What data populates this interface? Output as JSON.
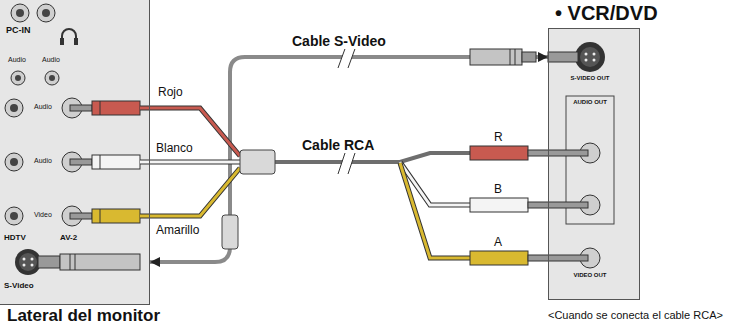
{
  "diagram": {
    "caption": "<Cuando se conecta el cable RCA>",
    "nodes": [
      {
        "text": [
          "Lateral del monitor"
        ]
      },
      {
        "text": [
          "• VCR/DVD"
        ]
      }
    ],
    "edges": [
      {
        "from": 0,
        "to": 1,
        "arrow": "both",
        "label": "Cable S-Video"
      },
      {
        "from": 0,
        "to": 1,
        "arrow": "none",
        "label": "Cable RCA"
      }
    ],
    "labels": [
      "PC-IN",
      "Audio",
      "Audio",
      "Audio",
      "Audio",
      "Video",
      "HDTV",
      "AV-2",
      "S-Video",
      "Rojo",
      "Blanco",
      "Amarillo",
      "R",
      "B",
      "A",
      "S-VIDEO OUT",
      "AUDIO OUT",
      "VIDEO OUT"
    ]
  }
}
